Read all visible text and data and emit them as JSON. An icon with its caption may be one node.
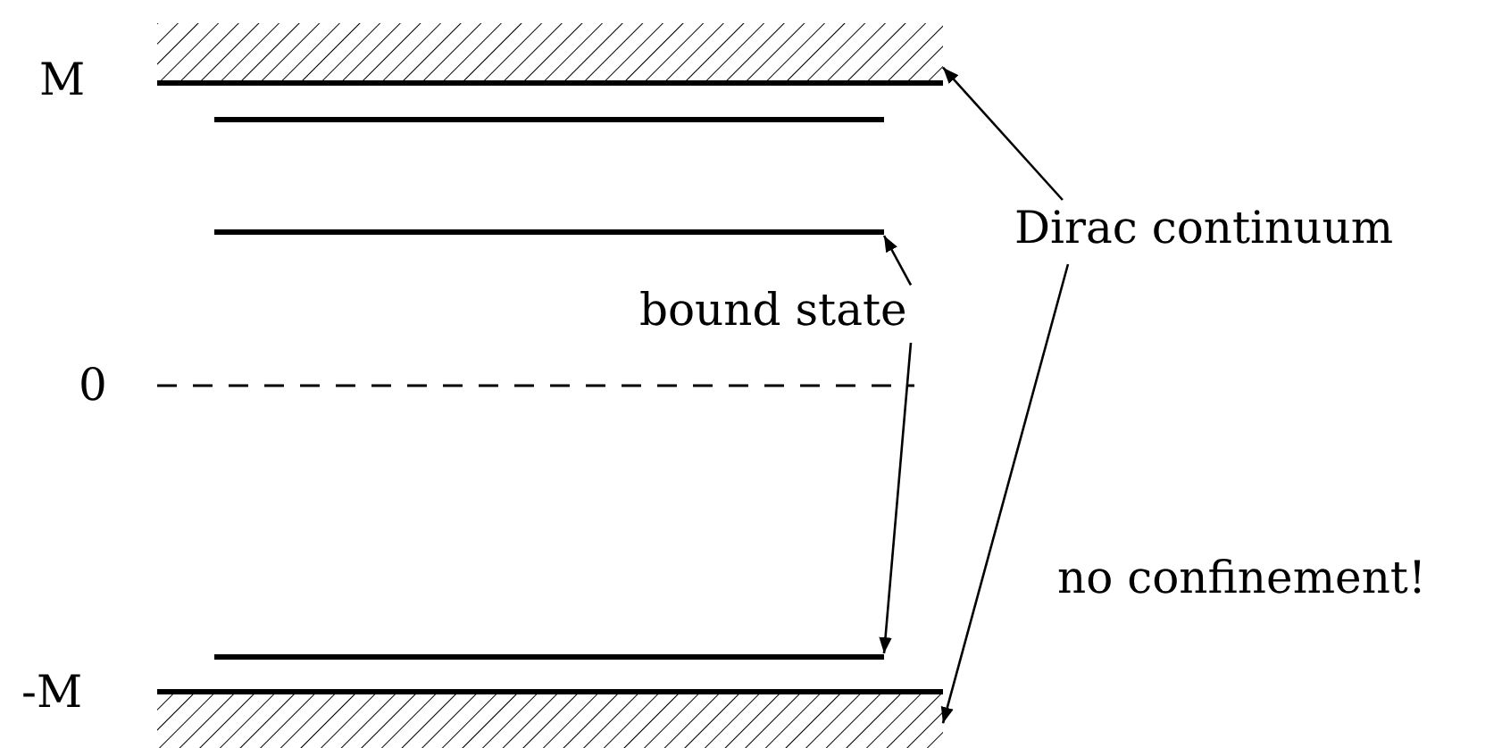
{
  "diagram": {
    "nodes": [
      {
        "text": [],
        "shape": "bar"
      },
      {
        "text": [],
        "shape": "line"
      },
      {
        "text": [],
        "shape": "line"
      },
      {
        "text": [
          "Dirac continuum"
        ]
      },
      {
        "text": [
          "bound state"
        ]
      },
      {
        "text": [],
        "shape": "line"
      },
      {
        "text": [],
        "shape": "bar"
      }
    ],
    "edges": [
      {
        "from": 3,
        "to": 0,
        "arrow": "to"
      },
      {
        "from": 3,
        "to": 6,
        "arrow": "to"
      },
      {
        "from": 4,
        "to": 2,
        "arrow": "to"
      },
      {
        "from": 4,
        "to": 5,
        "arrow": "to"
      }
    ],
    "labels": [
      "M",
      "0",
      "-M",
      "no confinement!"
    ]
  }
}
